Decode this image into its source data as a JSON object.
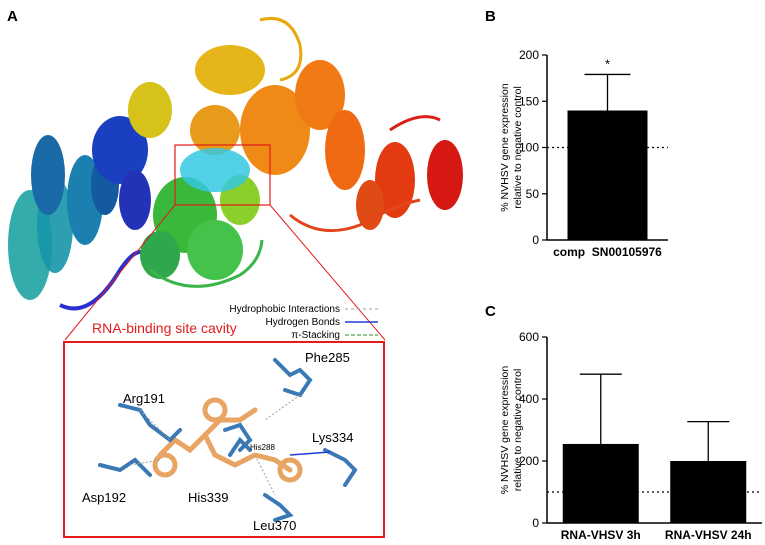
{
  "panels": {
    "a": "A",
    "b": "B",
    "c": "C"
  },
  "structure": {
    "legend": [
      {
        "label": "Hydrophobic Interactions",
        "color": "#9aa0a6",
        "style": "dashed"
      },
      {
        "label": "Hydrogen Bonds",
        "color": "#1f3fd6",
        "style": "solid"
      },
      {
        "label": "π-Stacking",
        "color": "#2e8b2e",
        "style": "dashed-ends"
      }
    ],
    "cavity_label": "RNA-binding site cavity",
    "residues": {
      "phe285": "Phe285",
      "arg191": "Arg191",
      "his288": "His288",
      "lys334": "Lys334",
      "asp192": "Asp192",
      "his339": "His339",
      "leu370": "Leu370"
    },
    "colors": {
      "highlight_box": "#e21b1b",
      "cavity": "#34c8e0",
      "ligand": "#e8a463",
      "residue": "#3a79b5"
    }
  },
  "chart_data": [
    {
      "type": "bar",
      "categories": [
        "comp  SN00105976"
      ],
      "values": [
        140
      ],
      "errors": [
        39
      ],
      "ylabel": "% NVHSV gene expression relative to negative control",
      "ylim": [
        0,
        200
      ],
      "yticks": [
        0,
        50,
        100,
        150,
        200
      ],
      "reference_line": 100,
      "significance": "*",
      "bar_color": "#000000"
    },
    {
      "type": "bar",
      "categories": [
        "RNA-VHSV 3h",
        "RNA-VHSV 24h"
      ],
      "values": [
        255,
        200
      ],
      "errors": [
        225,
        127
      ],
      "ylabel": "% NVHSV gene expression relative to negative control",
      "ylim": [
        0,
        600
      ],
      "yticks": [
        0,
        200,
        400,
        600
      ],
      "reference_line": 100,
      "bar_color": "#000000"
    }
  ]
}
